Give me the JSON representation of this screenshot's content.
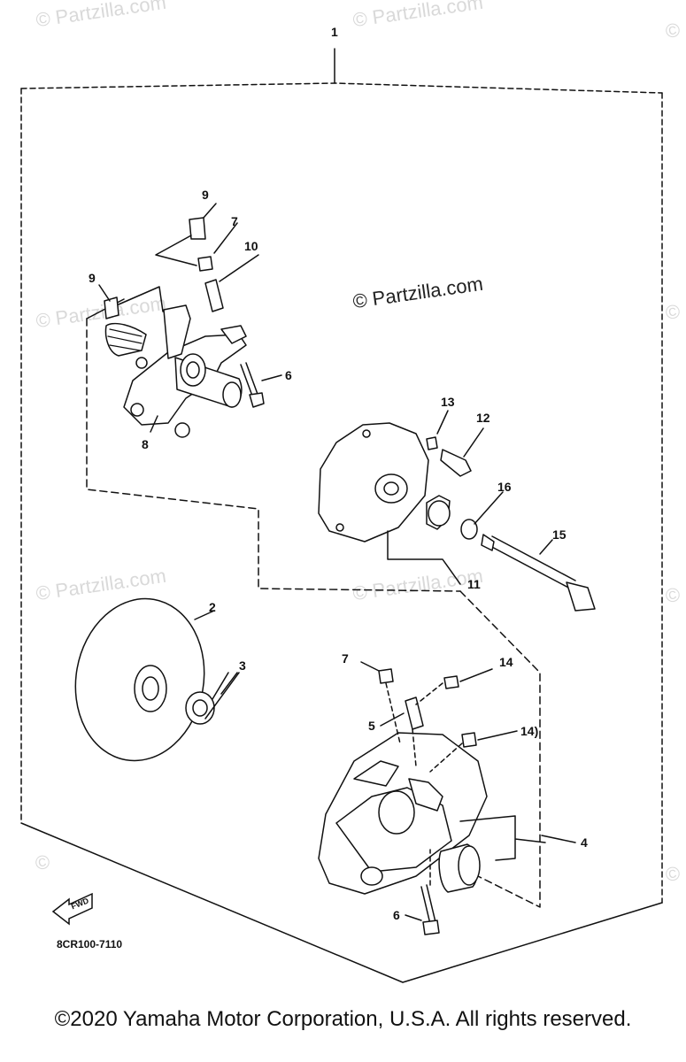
{
  "watermarks": [
    "© Partzilla.com",
    "© Partzilla.com",
    "©",
    "©",
    "©",
    "© Partzilla.com",
    "© Partzilla.com",
    "©",
    "© Partzilla.com",
    "©"
  ],
  "main_watermark": "© Partzilla.com",
  "callouts": {
    "c1": "1",
    "c2": "2",
    "c3": "3",
    "c4": "4",
    "c5": "5",
    "c6a": "6",
    "c6b": "6",
    "c7a": "7",
    "c7b": "7",
    "c8": "8",
    "c9a": "9",
    "c9b": "9",
    "c10": "10",
    "c11": "11",
    "c12": "12",
    "c13": "13",
    "c14a": "14",
    "c14b": "14)",
    "c15": "15",
    "c16": "16"
  },
  "fwd_label": "FWD",
  "diagram_code": "8CR100-7110",
  "copyright": "©2020 Yamaha Motor Corporation, U.S.A. All rights reserved."
}
